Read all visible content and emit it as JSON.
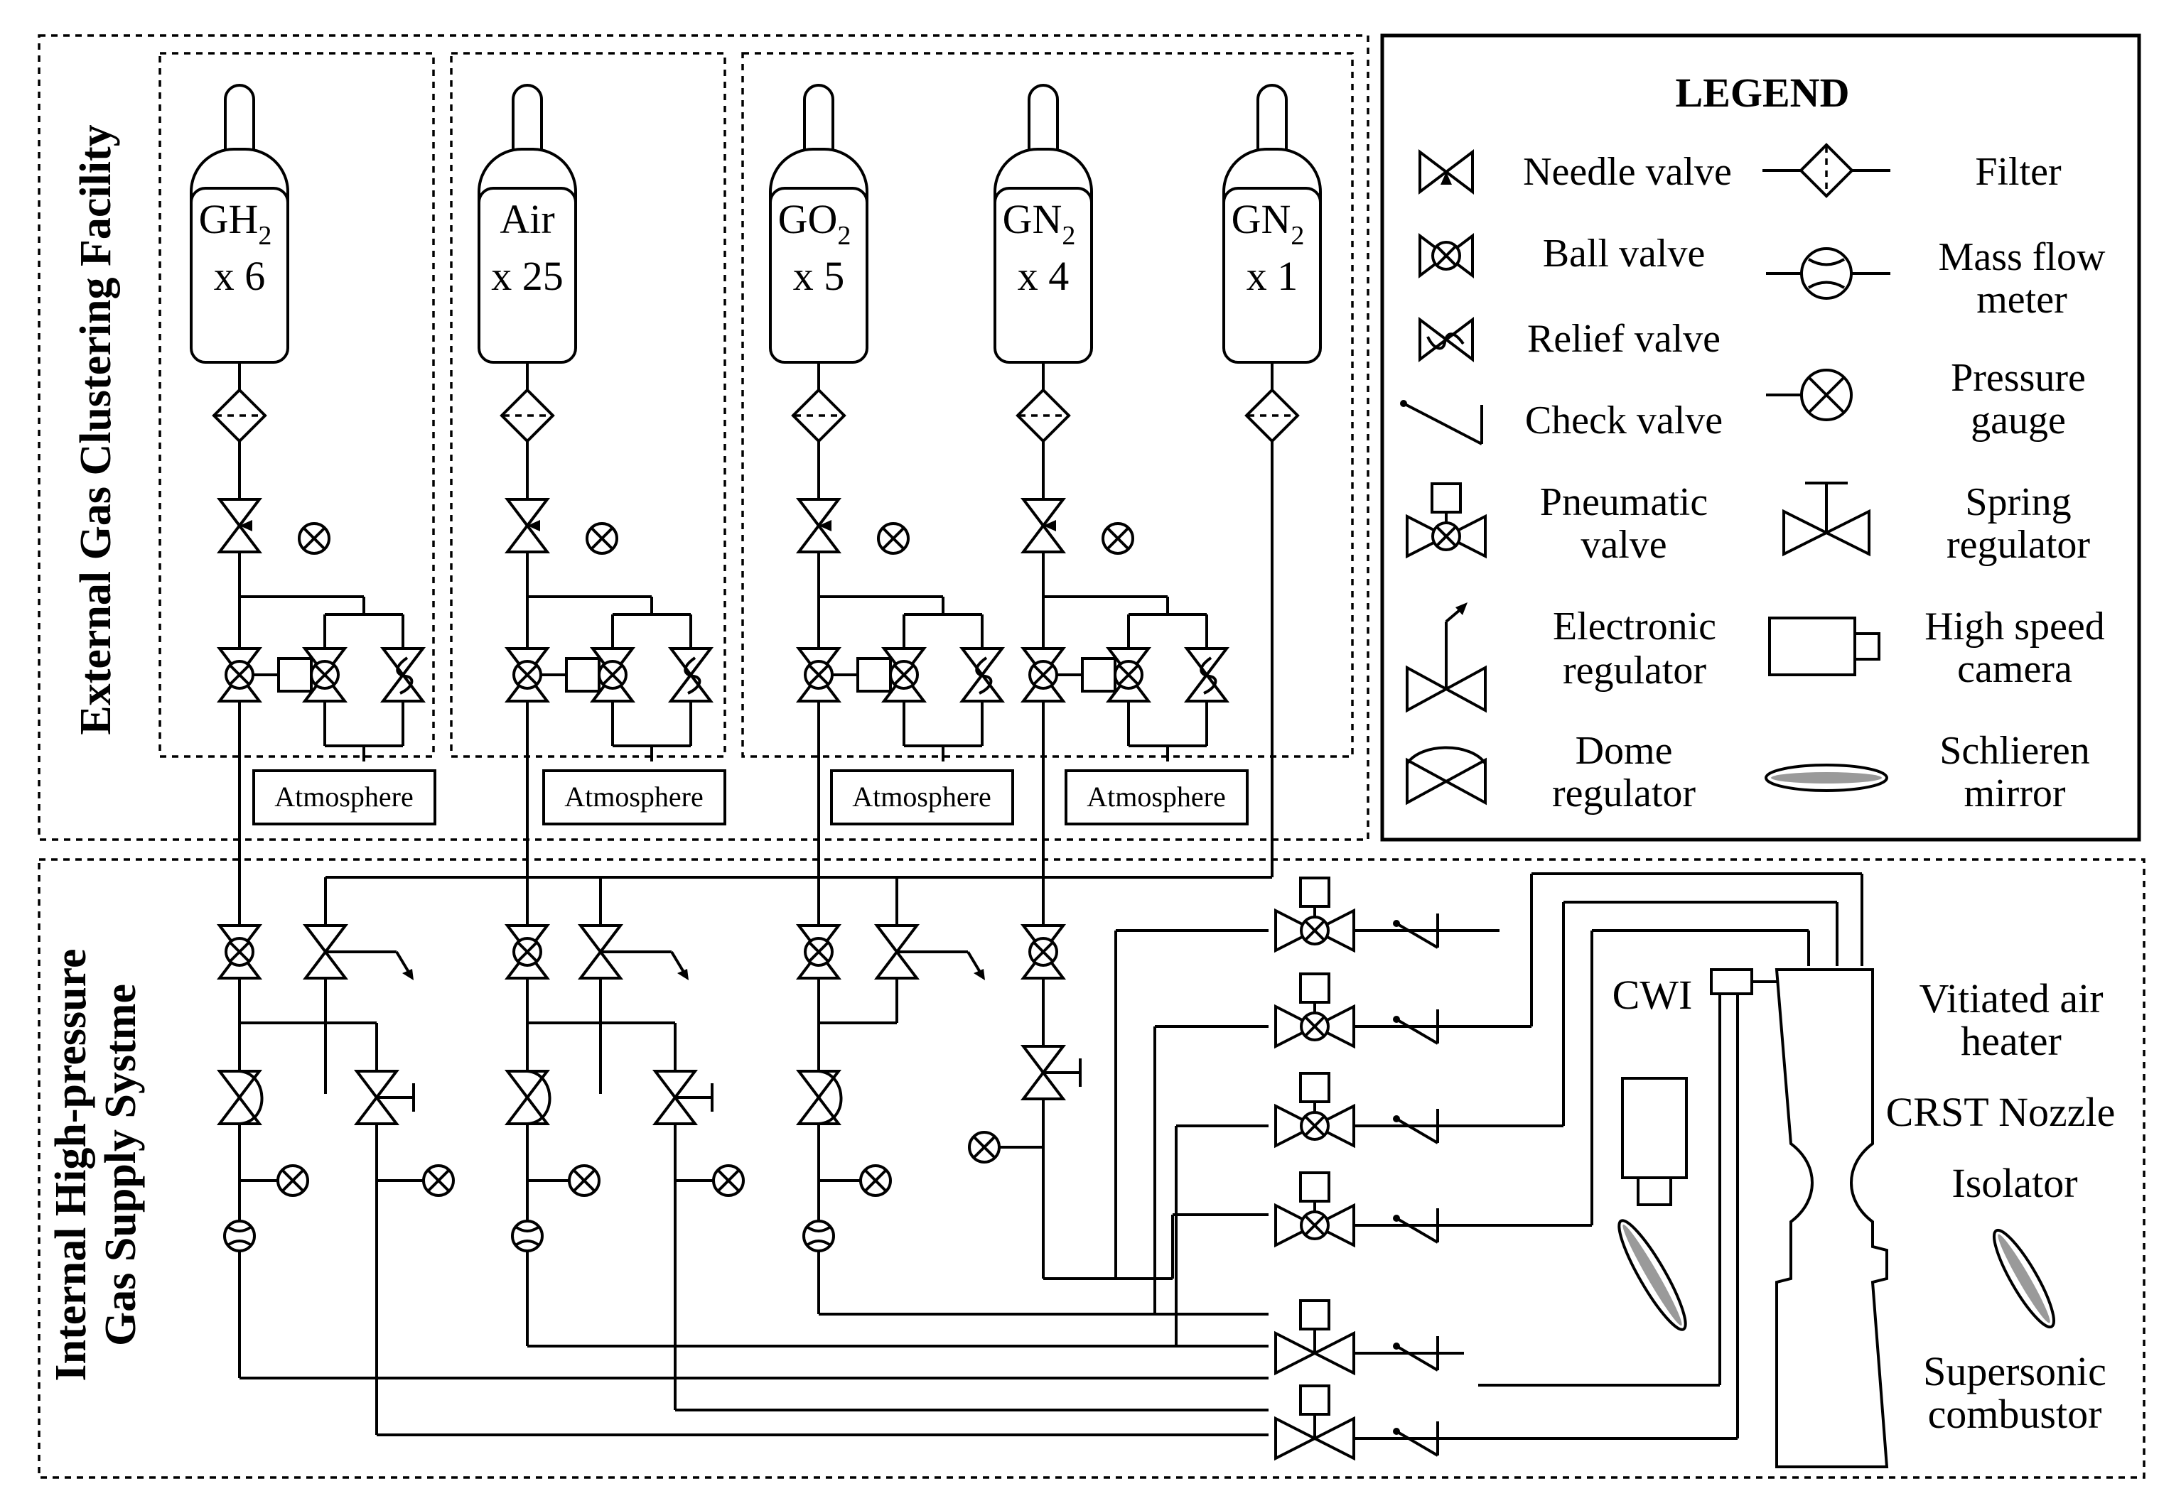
{
  "sections": {
    "external_title": "External Gas Clustering Facility",
    "internal_title_line1": "Internal High-pressure",
    "internal_title_line2": "Gas Supply Systme"
  },
  "cylinders": [
    {
      "gas": "GH",
      "sub": "2",
      "count": "x 6"
    },
    {
      "gas": "Air",
      "sub": "",
      "count": "x 25"
    },
    {
      "gas": "GO",
      "sub": "2",
      "count": "x 5"
    },
    {
      "gas": "GN",
      "sub": "2",
      "count": "x 4"
    },
    {
      "gas": "GN",
      "sub": "2",
      "count": "x 1"
    }
  ],
  "vents": [
    "Atmosphere",
    "Atmosphere",
    "Atmosphere",
    "Atmosphere"
  ],
  "legend": {
    "title": "LEGEND",
    "needle_valve": "Needle valve",
    "ball_valve": "Ball valve",
    "relief_valve": "Relief valve",
    "check_valve": "Check valve",
    "pneumatic_valve_1": "Pneumatic",
    "pneumatic_valve_2": "valve",
    "electronic_regulator_1": "Electronic",
    "electronic_regulator_2": "regulator",
    "dome_regulator_1": "Dome",
    "dome_regulator_2": "regulator",
    "filter": "Filter",
    "mass_flow_meter_1": "Mass flow",
    "mass_flow_meter_2": "meter",
    "pressure_gauge_1": "Pressure",
    "pressure_gauge_2": "gauge",
    "spring_regulator_1": "Spring",
    "spring_regulator_2": "regulator",
    "high_speed_camera_1": "High speed",
    "high_speed_camera_2": "camera",
    "schlieren_mirror_1": "Schlieren",
    "schlieren_mirror_2": "mirror"
  },
  "test_section": {
    "cwi": "CWI",
    "vitiated_1": "Vitiated air",
    "vitiated_2": "heater",
    "nozzle": "CRST Nozzle",
    "isolator": "Isolator",
    "combustor_1": "Supersonic",
    "combustor_2": "combustor"
  }
}
